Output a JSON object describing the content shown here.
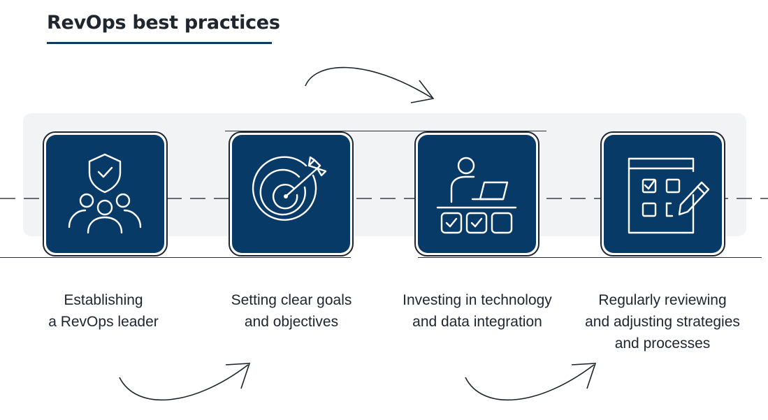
{
  "title": "RevOps best practices",
  "colors": {
    "card_fill": "#083a68",
    "underline": "#0b3a67",
    "band": "#f2f3f5"
  },
  "steps": [
    {
      "icon": "shield-team-icon",
      "label_lines": [
        "Establishing",
        "a RevOps leader"
      ]
    },
    {
      "icon": "target-arrow-icon",
      "label_lines": [
        "Setting clear goals",
        "and objectives"
      ]
    },
    {
      "icon": "person-laptop-checklist-icon",
      "label_lines": [
        "Investing in technology",
        "and data integration"
      ]
    },
    {
      "icon": "checklist-pencil-icon",
      "label_lines": [
        "Regularly reviewing",
        "and adjusting strategies",
        "and processes"
      ]
    }
  ]
}
